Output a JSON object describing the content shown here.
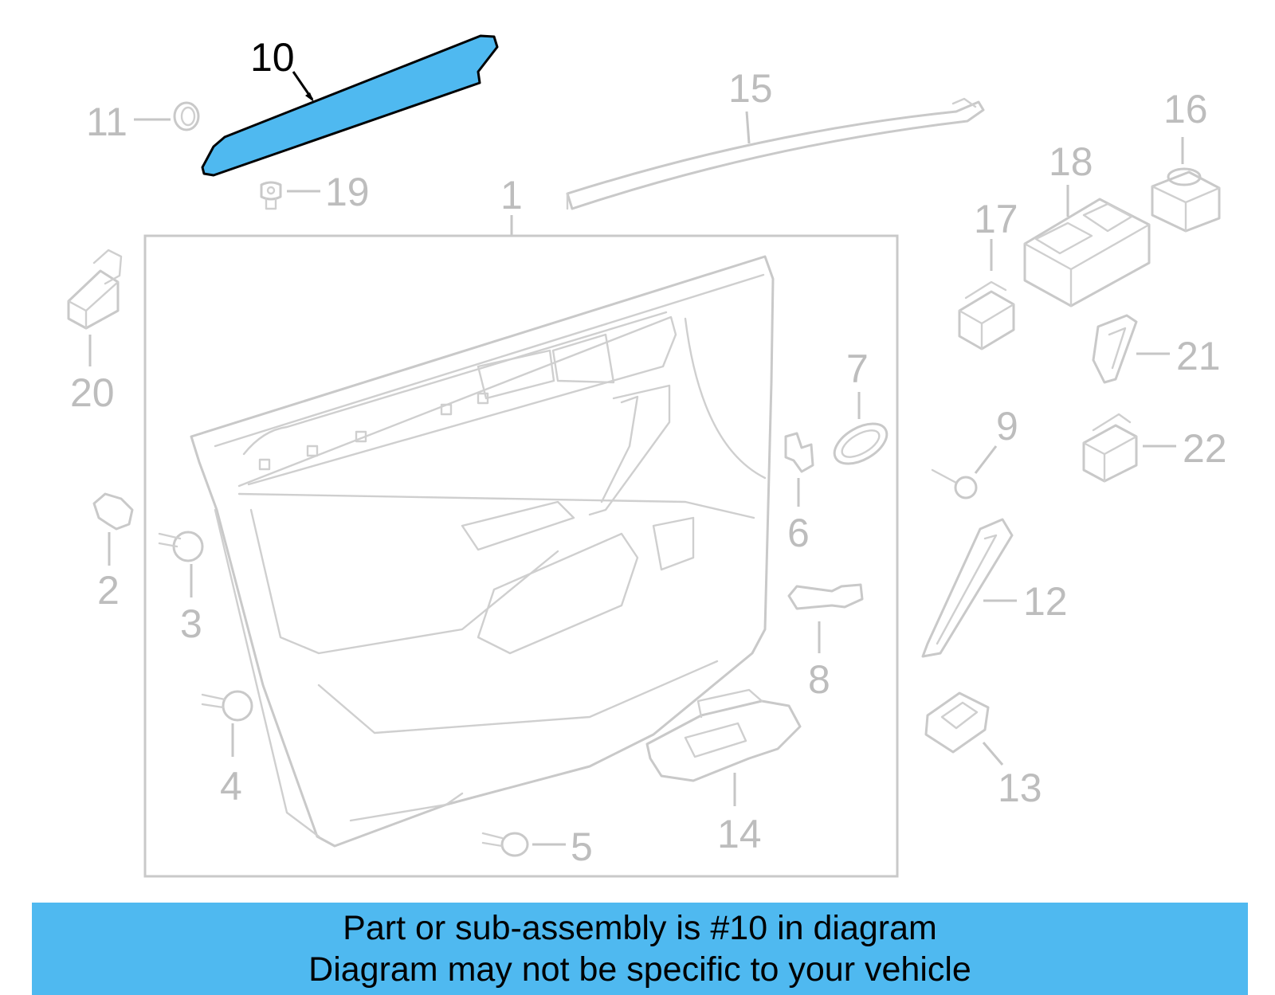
{
  "colors": {
    "highlight_fill": "#4fb9f0",
    "part_stroke": "#c9c9c9",
    "callout_inactive": "#bdbdbd",
    "callout_active": "#000000",
    "banner_bg": "#4fb9f0"
  },
  "diagram": {
    "highlighted_part": "10",
    "callouts": [
      "1",
      "2",
      "3",
      "4",
      "5",
      "6",
      "7",
      "8",
      "9",
      "10",
      "11",
      "12",
      "13",
      "14",
      "15",
      "16",
      "17",
      "18",
      "19",
      "20",
      "21",
      "22"
    ]
  },
  "banner": {
    "line1": "Part or sub-assembly is #10 in diagram",
    "line2": "Diagram may not be specific to your vehicle"
  }
}
